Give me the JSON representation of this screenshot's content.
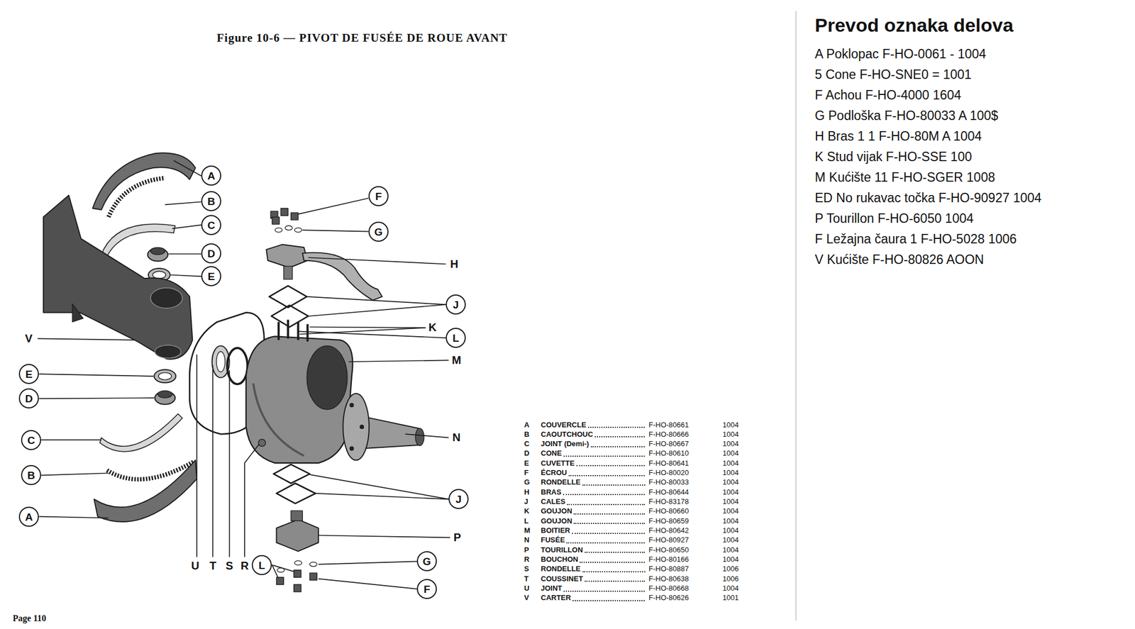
{
  "diagram": {
    "title": "Figure 10-6 — PIVOT DE FUSÉE DE ROUE AVANT",
    "nodes": [
      {
        "text": [
          "A"
        ]
      },
      {
        "text": [
          "B"
        ]
      },
      {
        "text": [
          "C"
        ]
      },
      {
        "text": [
          "D"
        ]
      },
      {
        "text": [
          "E"
        ]
      },
      {
        "text": [
          "F"
        ]
      },
      {
        "text": [
          "G"
        ]
      },
      {
        "text": [
          "J"
        ]
      },
      {
        "text": [
          "L"
        ]
      },
      {
        "text": [
          "E"
        ]
      },
      {
        "text": [
          "D"
        ]
      },
      {
        "text": [
          "C"
        ]
      },
      {
        "text": [
          "B"
        ]
      },
      {
        "text": [
          "A"
        ]
      },
      {
        "text": [
          "J"
        ]
      },
      {
        "text": [
          "L"
        ]
      },
      {
        "text": [
          "G"
        ]
      },
      {
        "text": [
          "F"
        ]
      }
    ],
    "labels": [
      "H",
      "K",
      "M",
      "N",
      "P",
      "V",
      "U",
      "T",
      "S",
      "R",
      "A",
      "COUVERCLE",
      "F-HO-80661",
      "1004",
      "B",
      "CAOUTCHOUC",
      "F-HO-80666",
      "1004",
      "C",
      "JOINT (Demi-)",
      "F-HO-80667",
      "1004",
      "D",
      "CONE",
      "F-HO-80610",
      "1004",
      "E",
      "CUVETTE",
      "F-HO-80641",
      "1004",
      "F",
      "ÉCROU",
      "F-HO-80020",
      "1004",
      "G",
      "RONDELLE",
      "F-HO-80033",
      "1004",
      "H",
      "BRAS",
      "F-HO-80644",
      "1004",
      "J",
      "CALES",
      "F-HO-83178",
      "1004",
      "K",
      "GOUJON",
      "F-HO-80660",
      "1004",
      "L",
      "GOUJON",
      "F-HO-80659",
      "1004",
      "M",
      "BOITIER",
      "F-HO-80642",
      "1004",
      "N",
      "FUSÉE",
      "F-HO-80927",
      "1004",
      "P",
      "TOURILLON",
      "F-HO-80650",
      "1004",
      "R",
      "BOUCHON",
      "F-HO-80166",
      "1004",
      "S",
      "RONDELLE",
      "F-HO-80887",
      "1006",
      "T",
      "COUSSINET",
      "F-HO-80638",
      "1006",
      "U",
      "JOINT",
      "F-HO-80668",
      "1004",
      "V",
      "CARTER",
      "F-HO-80626",
      "1001",
      "Page 110",
      "Prevod oznaka delova",
      "A Poklopac F-HO-0061 - 1004",
      "5 Cone F-HO-SNE0 = 1001",
      "F Achou F-HO-4000 1604",
      "G Podloška F-HO-80033 A 100$",
      "H Bras 1 1 F-HO-80M A 1004",
      "K Stud vijak F-HO-SSE 100",
      "M Kućište 11 F-HO-SGER 1008",
      "ED No rukavac točka F-HO-90927 1004",
      "P Tourillon F-HO-6050 1004",
      "F Ležajna čaura 1 F-HO-5028 1006",
      "V Kućište F-HO-80826 AOON"
    ]
  }
}
